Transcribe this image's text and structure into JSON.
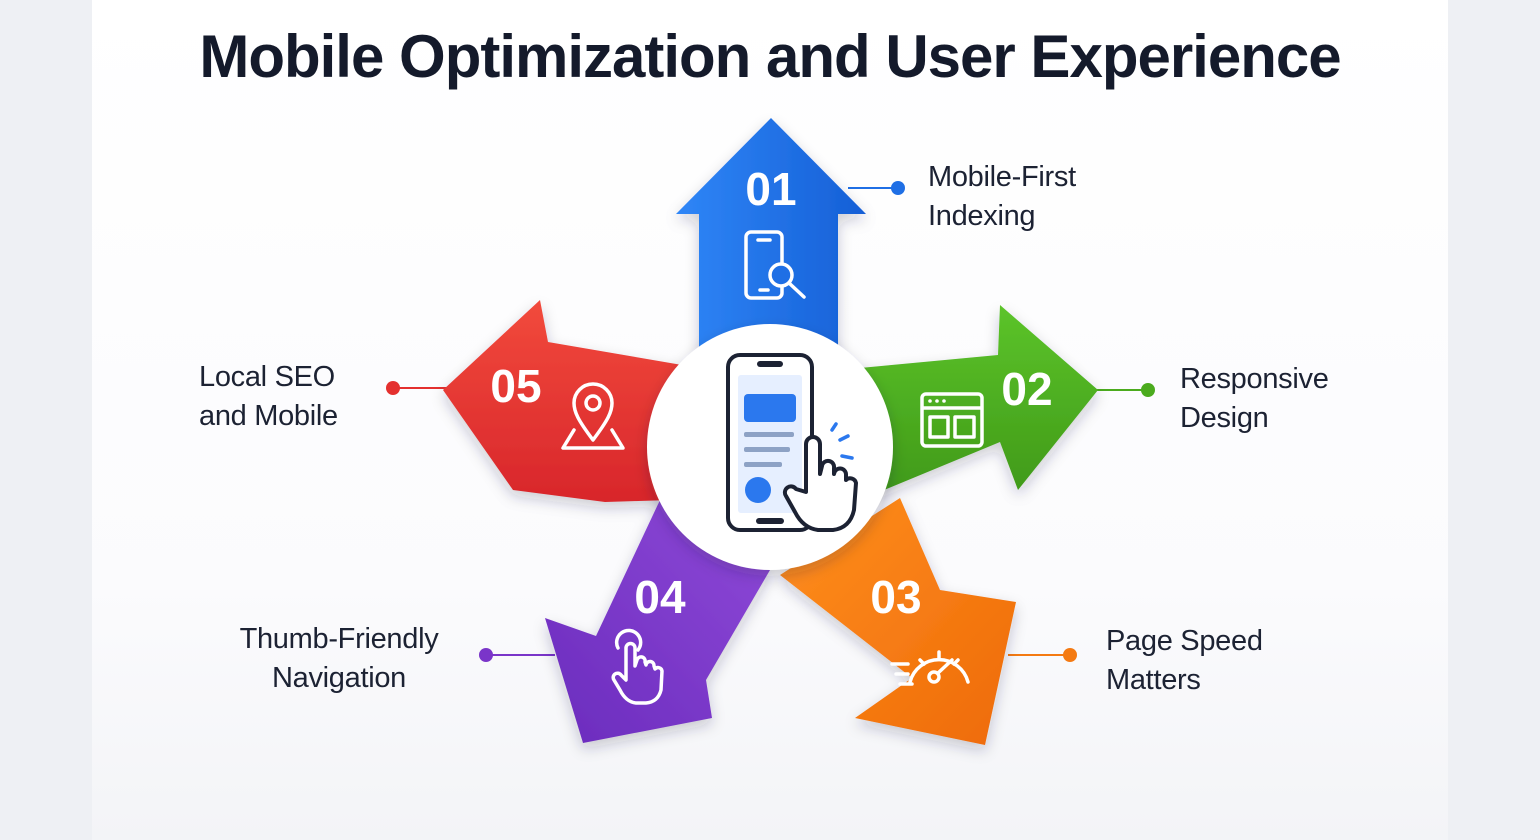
{
  "title": "Mobile Optimization and User Experience",
  "center_icon": "smartphone-tap-icon",
  "colors": {
    "blue": "#1f6fe5",
    "green": "#4bab1e",
    "orange": "#f47a12",
    "purple": "#7a35c9",
    "red": "#e4302f",
    "text": "#1c2233"
  },
  "steps": [
    {
      "number": "01",
      "line1": "Mobile-First",
      "line2": "Indexing",
      "icon": "mobile-search-icon",
      "color": "#1f6fe5"
    },
    {
      "number": "02",
      "line1": "Responsive",
      "line2": "Design",
      "icon": "browser-layout-icon",
      "color": "#4bab1e"
    },
    {
      "number": "03",
      "line1": "Page Speed",
      "line2": "Matters",
      "icon": "speedometer-icon",
      "color": "#f47a12"
    },
    {
      "number": "04",
      "line1": "Thumb-Friendly",
      "line2": "Navigation",
      "icon": "tap-finger-icon",
      "color": "#7a35c9"
    },
    {
      "number": "05",
      "line1": "Local SEO",
      "line2": "and Mobile",
      "icon": "location-pin-icon",
      "color": "#e4302f"
    }
  ]
}
